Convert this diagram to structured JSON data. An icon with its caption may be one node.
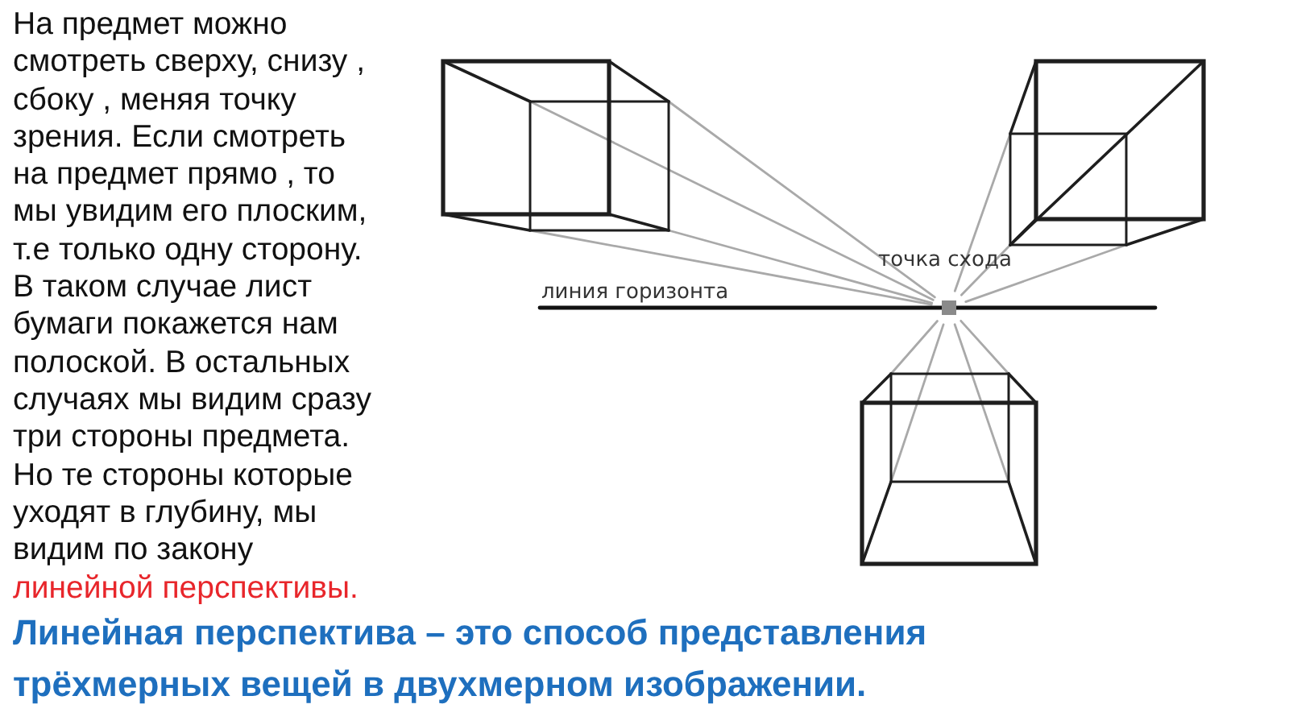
{
  "diagram": {
    "caption": "Линейная перспектива – это способ представления трёхмерных вещей в двухмерном изображении.",
    "labels": [
      "На предмет можно смотреть сверху, снизу , сбоку , меняя точку зрения. Если смотреть на предмет прямо , то мы увидим его плоским, т.е только одну сторону. В таком случае лист бумаги покажется нам полоской. В остальных случаях мы видим сразу три стороны предмета. Но те стороны которые уходят в глубину, мы видим по закону",
      "линейной перспективы.",
      "точка схода",
      "линия горизонта"
    ]
  }
}
